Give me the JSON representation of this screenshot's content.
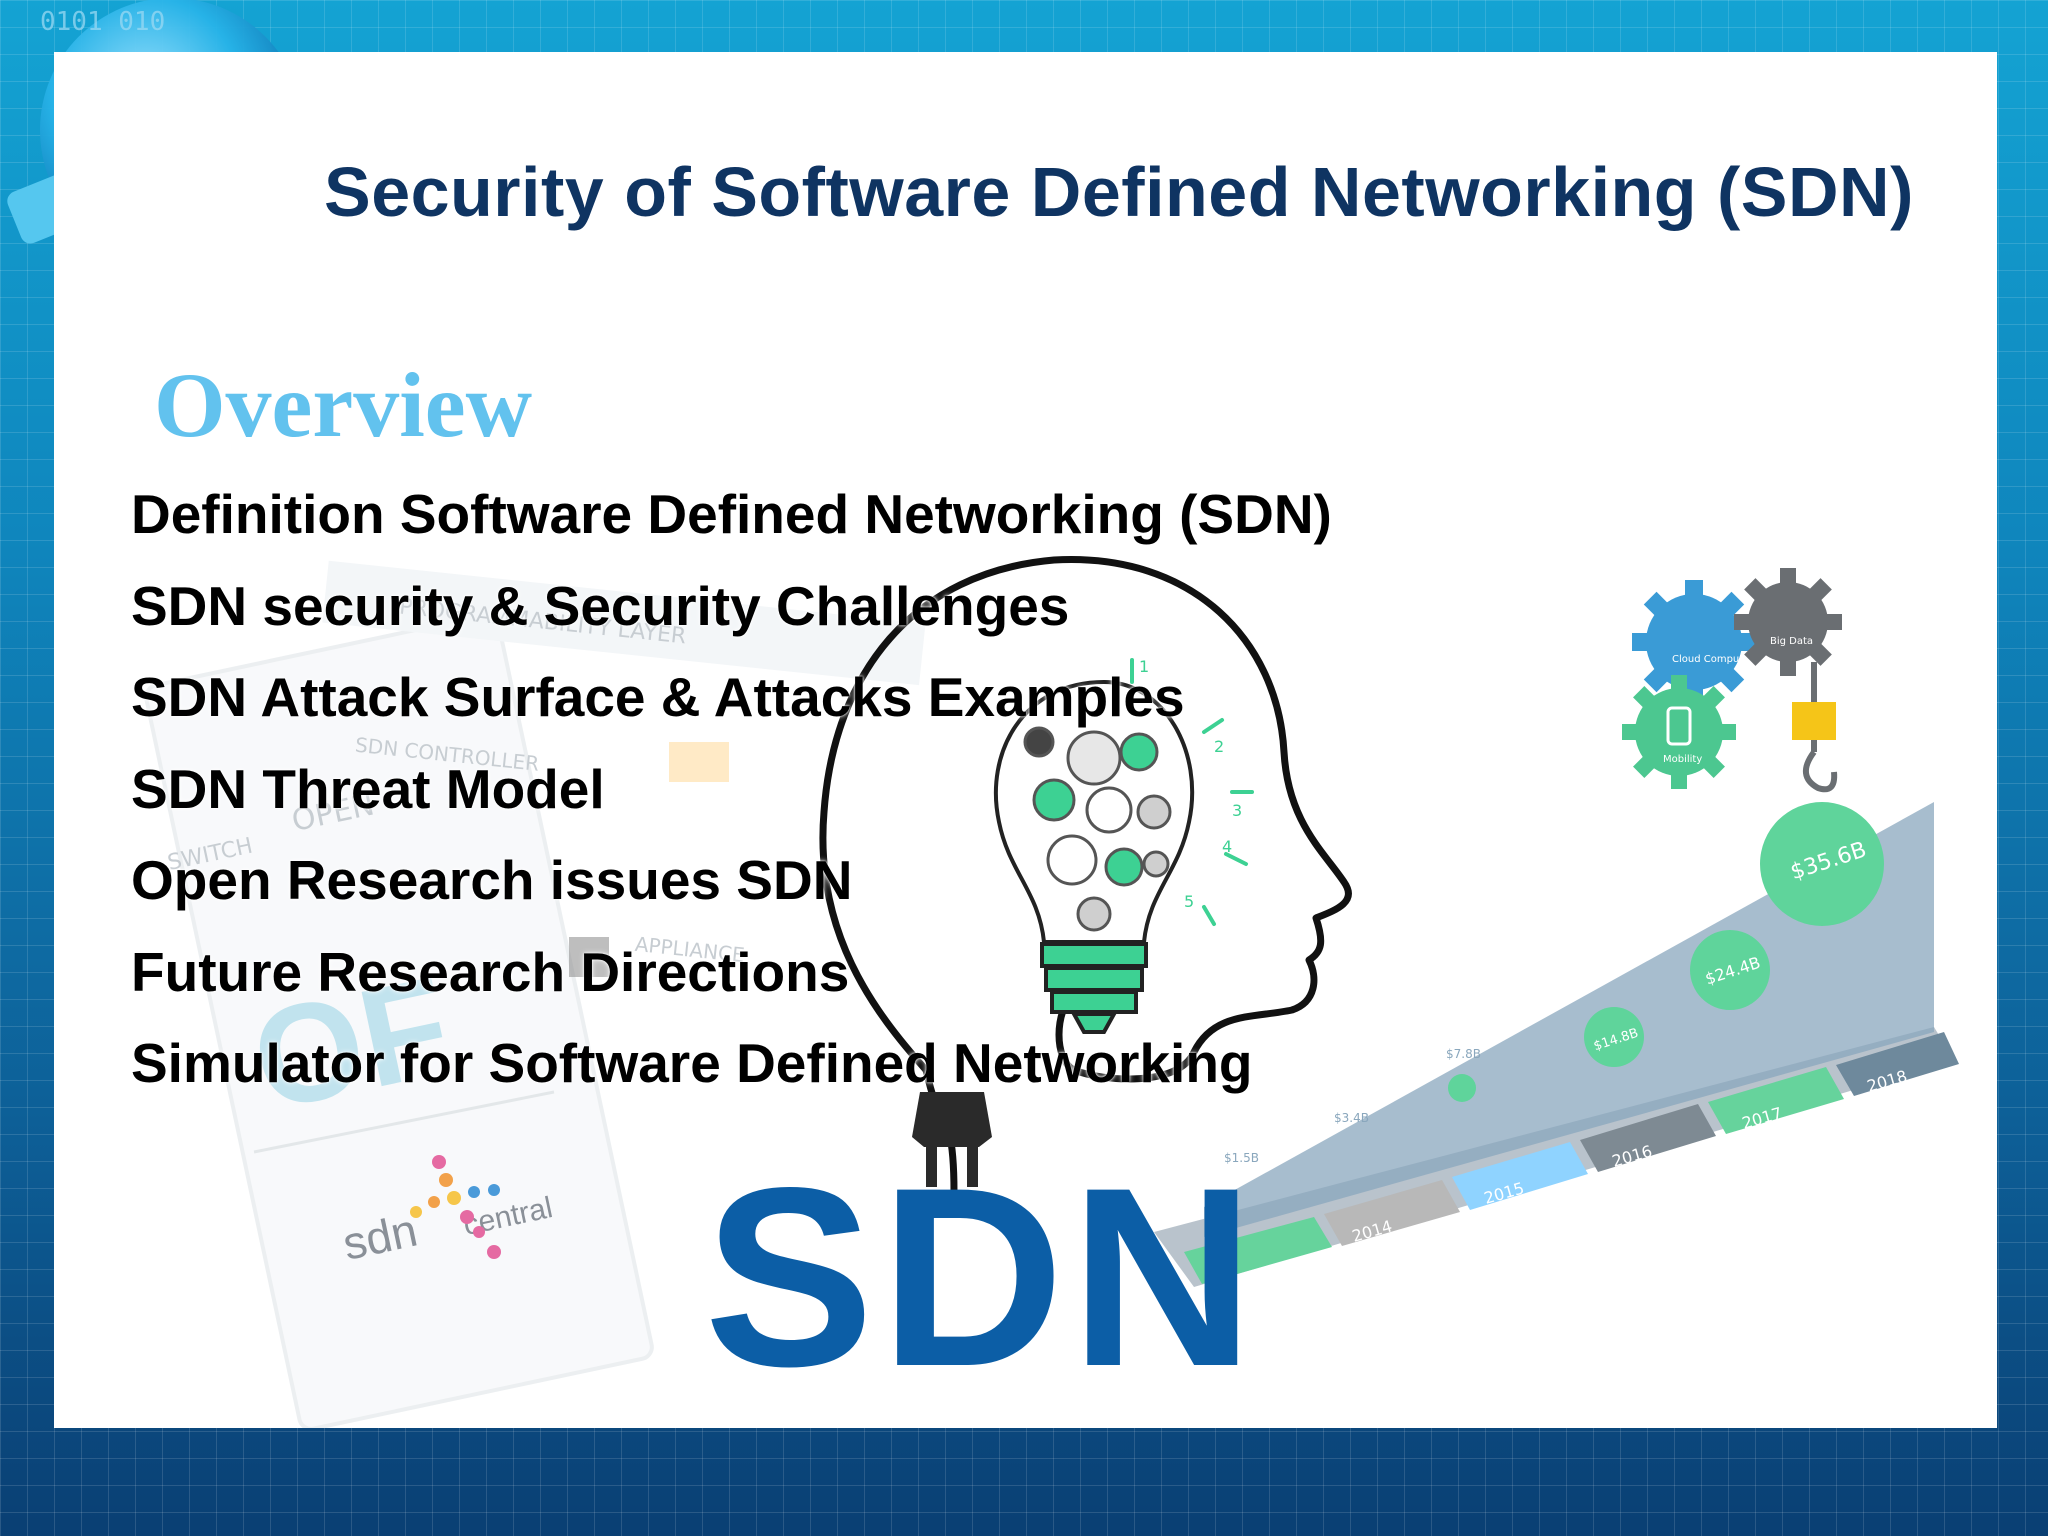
{
  "slide": {
    "title": "Security of Software Defined Networking (SDN)",
    "heading": "Overview",
    "items": [
      {
        "text": "Definition Software Defined Networking (SDN)"
      },
      {
        "text": "SDN security & Security Challenges"
      },
      {
        "text": "SDN Attack Surface & Attacks Examples"
      },
      {
        "text": "SDN Threat Model"
      },
      {
        "text": "Open Research issues SDN"
      },
      {
        "text": "Future Research Directions"
      },
      {
        "text": "Simulator for Software Defined Networking"
      }
    ]
  },
  "illustration": {
    "logo_text": "SDN",
    "card_brand": "sdn",
    "card_brand_suffix": "central",
    "card_labels": [
      "PROGRAMMABILITY LAYER",
      "SDN CONTROLLER",
      "APPLIANCE",
      "SWITCH",
      "OPEN"
    ],
    "growth_values": [
      "$35.6B",
      "$24.4B",
      "$14.8B",
      "$7.8B",
      "$3.4B",
      "$1.5B"
    ],
    "growth_years": [
      "2014",
      "2015",
      "2016",
      "2017",
      "2018"
    ],
    "gear_labels": [
      "Cloud Computing",
      "Big Data",
      "Mobility"
    ],
    "bulb_steps": [
      "1",
      "2",
      "3",
      "4",
      "5"
    ]
  },
  "colors": {
    "title": "#0f3462",
    "heading": "#62c2ee",
    "sdn_logo": "#0c5ea6",
    "accent_green": "#3dd193",
    "background_blue": "#0f86bd"
  }
}
